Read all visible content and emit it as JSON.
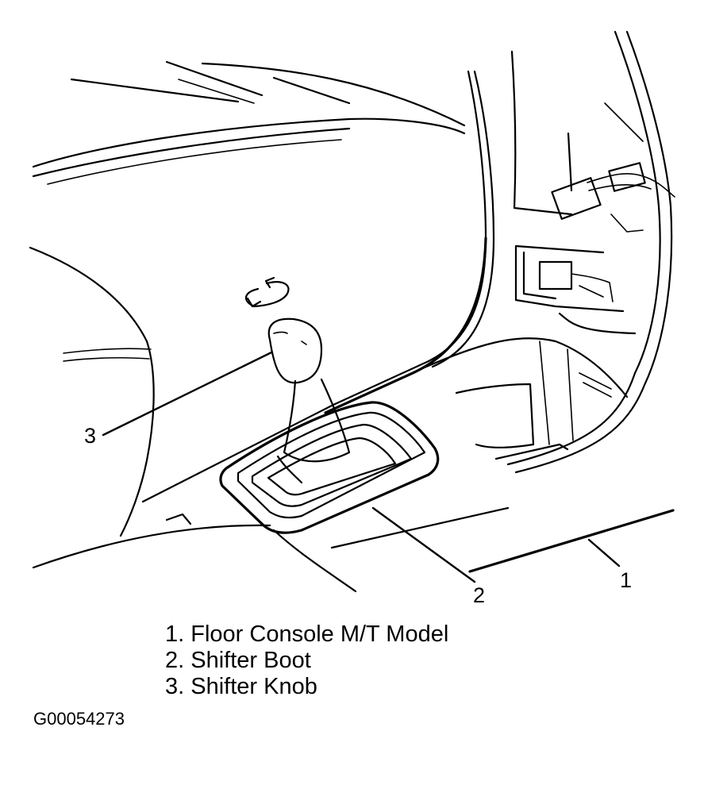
{
  "callouts": {
    "floor_console": "1",
    "shifter_boot": "2",
    "shifter_knob": "3"
  },
  "legend": {
    "items": [
      "1. Floor Console M/T Model",
      "2. Shifter Boot",
      "3. Shifter Knob"
    ]
  },
  "figure_id": "G00054273",
  "icons": {
    "rotation": "rotate-arrows-icon"
  },
  "colors": {
    "line": "#000000",
    "background": "#ffffff"
  }
}
